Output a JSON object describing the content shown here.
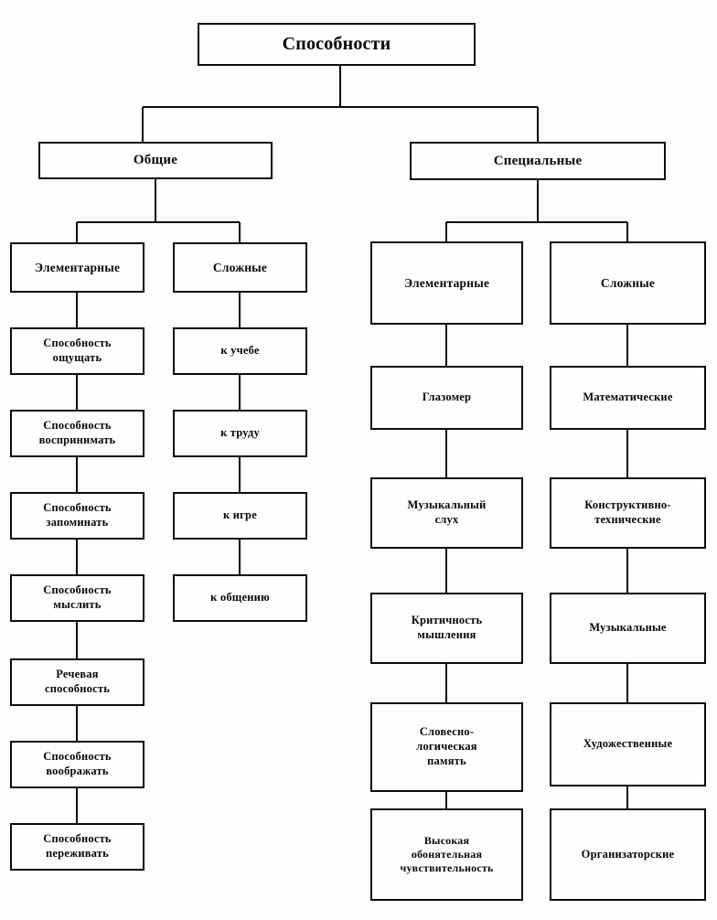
{
  "diagram": {
    "title": "Способности",
    "type": "hierarchy-tree",
    "background_color": "#fdfdfb",
    "line_color": "#0b0b0b",
    "box_fill": "#fefefe",
    "root": {
      "label": "Способности"
    },
    "branches": [
      {
        "key": "general",
        "label": "Общие"
      },
      {
        "key": "special",
        "label": "Специальные"
      }
    ],
    "categories": [
      {
        "key": "general-elementary",
        "label": "Элементарные",
        "parent": "general"
      },
      {
        "key": "general-complex",
        "label": "Сложные",
        "parent": "general"
      },
      {
        "key": "special-elementary",
        "label": "Элементарные",
        "parent": "special"
      },
      {
        "key": "special-complex",
        "label": "Сложные",
        "parent": "special"
      }
    ],
    "columns": [
      {
        "key": "general-elementary",
        "items": [
          {
            "label": "Способность\nощущать"
          },
          {
            "label": "Способность\nвоспринимать"
          },
          {
            "label": "Способность\nзапоминать"
          },
          {
            "label": "Способность\nмыслить"
          },
          {
            "label": "Речевая\nспособность"
          },
          {
            "label": "Способность\nвоображать"
          },
          {
            "label": "Способность\nпереживать"
          }
        ]
      },
      {
        "key": "general-complex",
        "items": [
          {
            "label": "к учебе"
          },
          {
            "label": "к труду"
          },
          {
            "label": "к игре"
          },
          {
            "label": "к общению"
          }
        ]
      },
      {
        "key": "special-elementary",
        "items": [
          {
            "label": "Глазомер"
          },
          {
            "label": "Музыкальный\nслух"
          },
          {
            "label": "Критичность\nмышления"
          },
          {
            "label": "Словесно-\nлогическая\nпамять"
          },
          {
            "label": "Высокая\nобонятельная\nчувствительность"
          }
        ]
      },
      {
        "key": "special-complex",
        "items": [
          {
            "label": "Математические"
          },
          {
            "label": "Конструктивно-\nтехнические"
          },
          {
            "label": "Музыкальные"
          },
          {
            "label": "Художественные"
          },
          {
            "label": "Организаторские"
          }
        ]
      }
    ]
  }
}
